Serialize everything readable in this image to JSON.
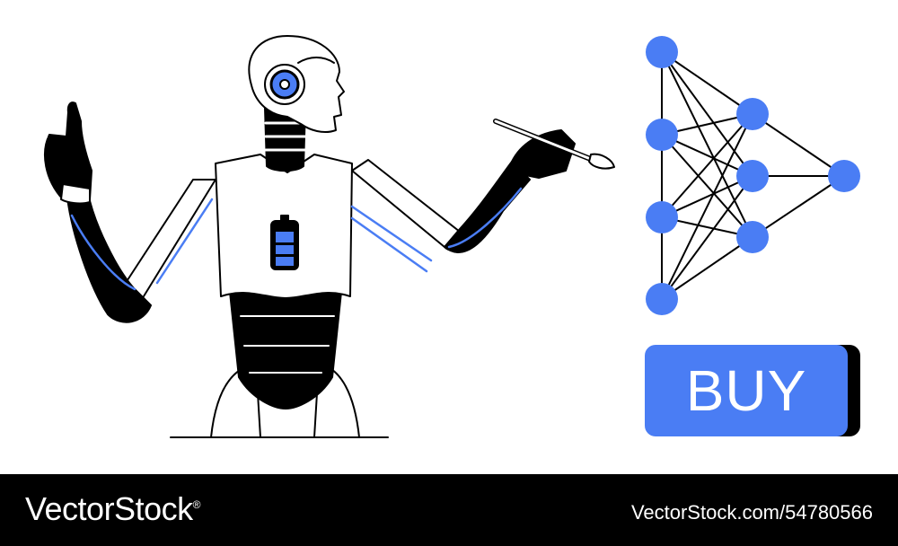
{
  "illustration": {
    "subject_icon": "robot-icon",
    "network_icon": "neural-network-icon",
    "accent_color": "#4a7df4",
    "ink_color": "#000000"
  },
  "cta": {
    "label": "BUY",
    "color": "#4a7df4"
  },
  "footer": {
    "brand": "VectorStock",
    "trademark": "®",
    "image_id": "VectorStock.com/54780566",
    "background": "#000000"
  }
}
